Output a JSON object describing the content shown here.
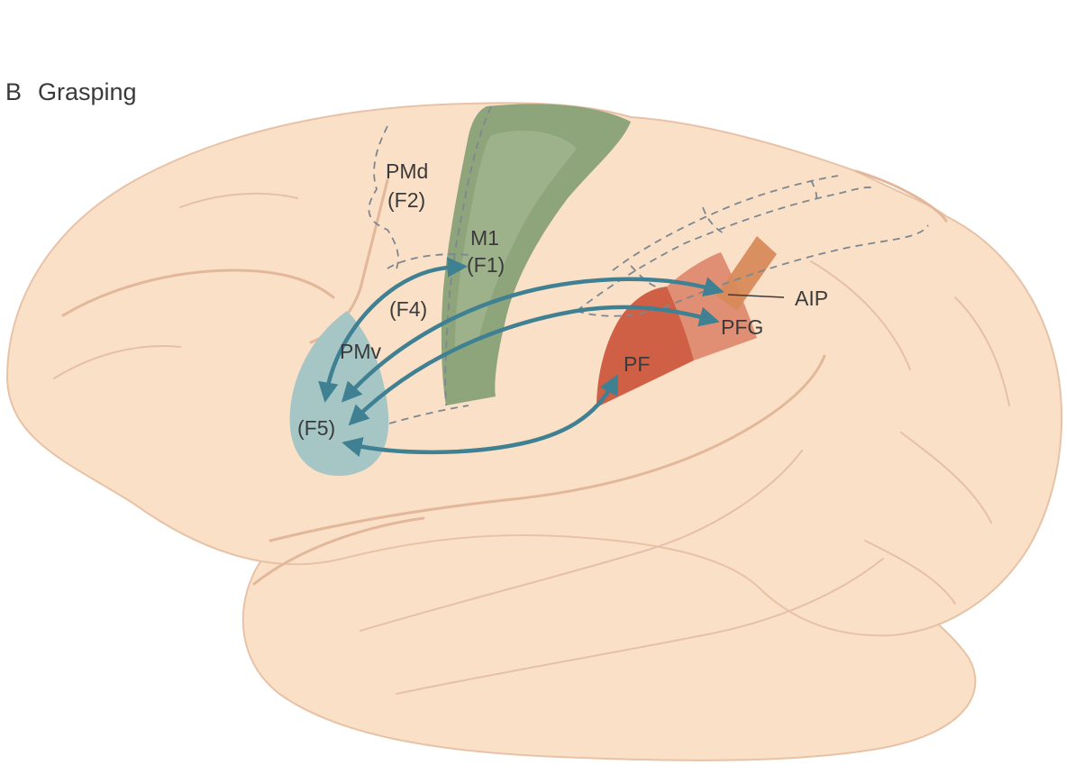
{
  "panel": {
    "letter": "B",
    "title": "Grasping"
  },
  "labels": {
    "pmd": "PMd",
    "f2": "(F2)",
    "m1": "M1",
    "f1": "(F1)",
    "f4": "(F4)",
    "pmv": "PMv",
    "f5": "(F5)",
    "aip": "AIP",
    "pfg": "PFG",
    "pf": "PF"
  },
  "colors": {
    "brain": "#fbe0c8",
    "brain_outline": "#e8c2a6",
    "m1_motor_cortex": "#8ea57c",
    "pmv_f5": "#a6c6c6",
    "pf": "#cf5f45",
    "pfg": "#e08f74",
    "aip": "#d78a5a",
    "arrows": "#3f8092"
  }
}
